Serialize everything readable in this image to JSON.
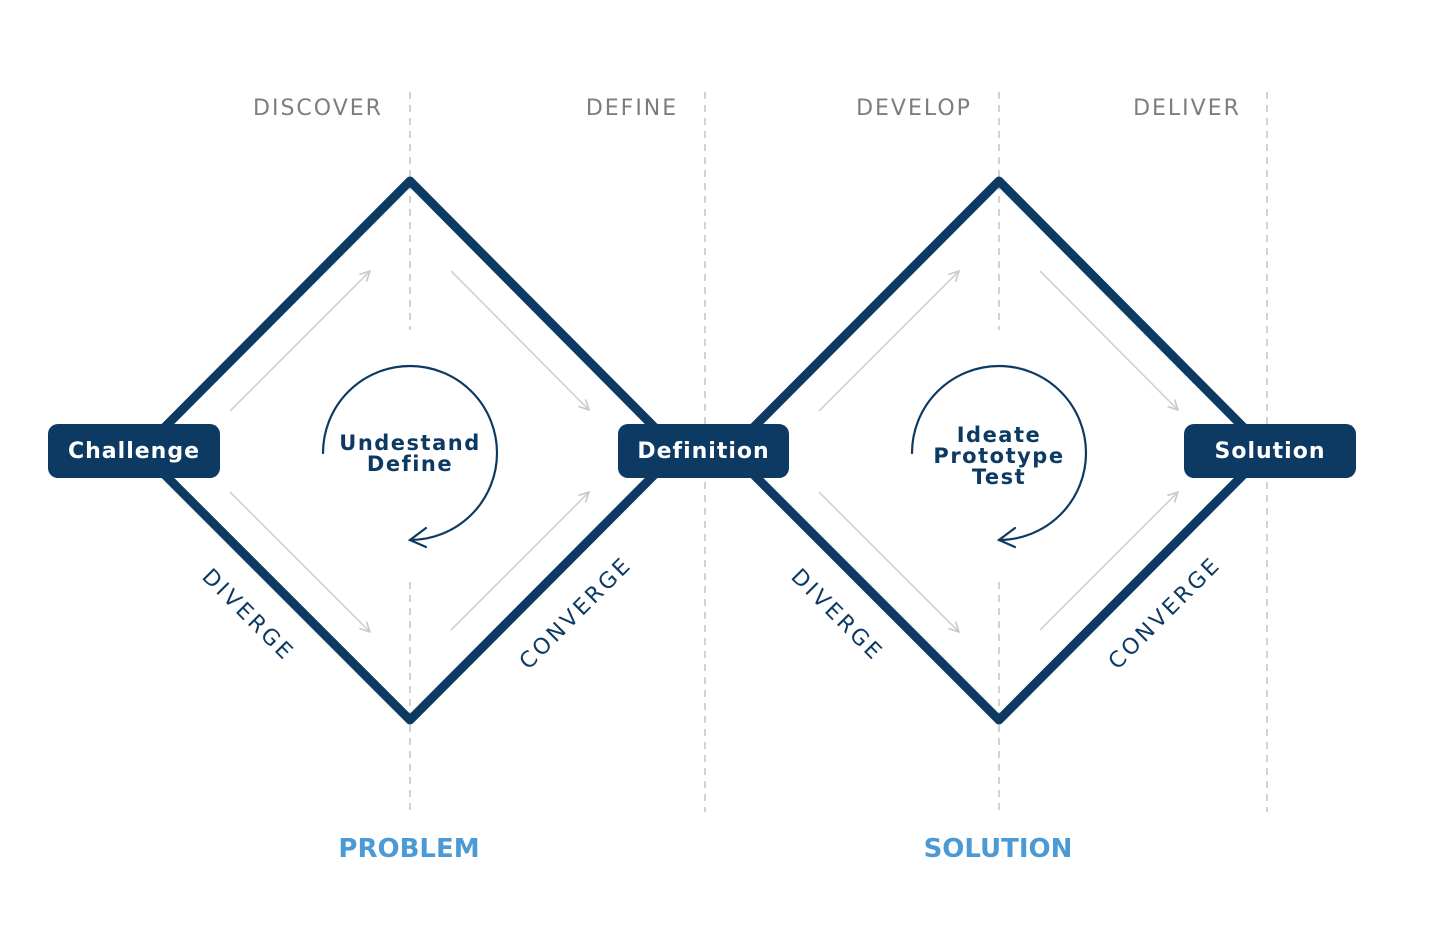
{
  "phases": {
    "discover": "DISCOVER",
    "define": "DEFINE",
    "develop": "DEVELOP",
    "deliver": "DELIVER"
  },
  "nodes": {
    "challenge": "Challenge",
    "definition": "Definition",
    "solution": "Solution"
  },
  "loops": {
    "problem": [
      "Undestand",
      "Define"
    ],
    "solution": [
      "Ideate",
      "Prototype",
      "Test"
    ]
  },
  "edge_labels": {
    "diverge_1": "DIVERGE",
    "converge_1": "CONVERGE",
    "diverge_2": "DIVERGE",
    "converge_2": "CONVERGE"
  },
  "sections": {
    "problem": "PROBLEM",
    "solution": "SOLUTION"
  },
  "colors": {
    "navy": "#0d3a63",
    "section_blue": "#4b9ad6",
    "phase_gray": "#7d7d7d",
    "guide_gray": "#cfcfcf"
  }
}
